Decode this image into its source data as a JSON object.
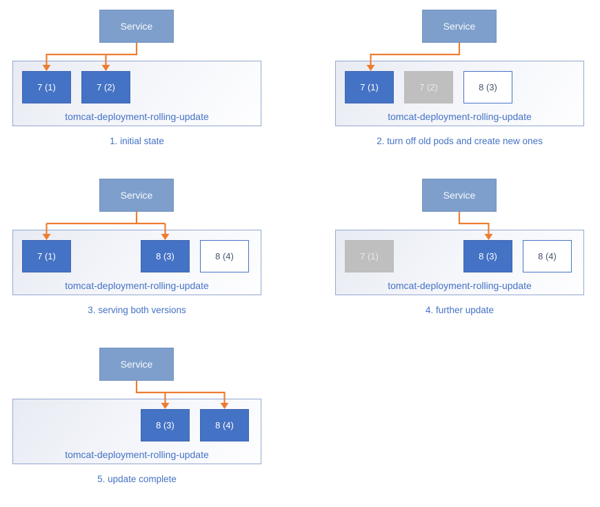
{
  "colors": {
    "service_fill": "#7E9FCB",
    "pod_active_fill": "#4472C4",
    "pod_terminated_fill": "#BFBFBF",
    "pod_new_border": "#4472C4",
    "arrow": "#ED7D31",
    "label_text": "#4472C4",
    "deployment_fill_top": "#E8EBF3",
    "deployment_fill_bottom": "#FFFFFF"
  },
  "stages": [
    {
      "caption": "1. initial state",
      "service_label": "Service",
      "deployment_label": "tomcat-deployment-rolling-update",
      "traffic_to": [
        "7 (1)",
        "7 (2)"
      ],
      "pods": [
        {
          "label": "7 (1)",
          "state": "active"
        },
        {
          "label": "7 (2)",
          "state": "active"
        }
      ]
    },
    {
      "caption": "2. turn off old pods and create new ones",
      "service_label": "Service",
      "deployment_label": "tomcat-deployment-rolling-update",
      "traffic_to": [
        "7 (1)"
      ],
      "pods": [
        {
          "label": "7 (1)",
          "state": "active"
        },
        {
          "label": "7 (2)",
          "state": "terminated"
        },
        {
          "label": "8 (3)",
          "state": "new"
        }
      ]
    },
    {
      "caption": "3. serving both versions",
      "service_label": "Service",
      "deployment_label": "tomcat-deployment-rolling-update",
      "traffic_to": [
        "7 (1)",
        "8 (3)"
      ],
      "pods": [
        {
          "label": "7 (1)",
          "state": "active"
        },
        {
          "label": "8 (3)",
          "state": "active"
        },
        {
          "label": "8 (4)",
          "state": "new"
        }
      ]
    },
    {
      "caption": "4. further update",
      "service_label": "Service",
      "deployment_label": "tomcat-deployment-rolling-update",
      "traffic_to": [
        "8 (3)"
      ],
      "pods": [
        {
          "label": "7 (1)",
          "state": "terminated"
        },
        {
          "label": "8 (3)",
          "state": "active"
        },
        {
          "label": "8 (4)",
          "state": "new"
        }
      ]
    },
    {
      "caption": "5. update complete",
      "service_label": "Service",
      "deployment_label": "tomcat-deployment-rolling-update",
      "traffic_to": [
        "8 (3)",
        "8 (4)"
      ],
      "pods": [
        {
          "label": "8 (3)",
          "state": "active"
        },
        {
          "label": "8 (4)",
          "state": "active"
        }
      ]
    }
  ]
}
